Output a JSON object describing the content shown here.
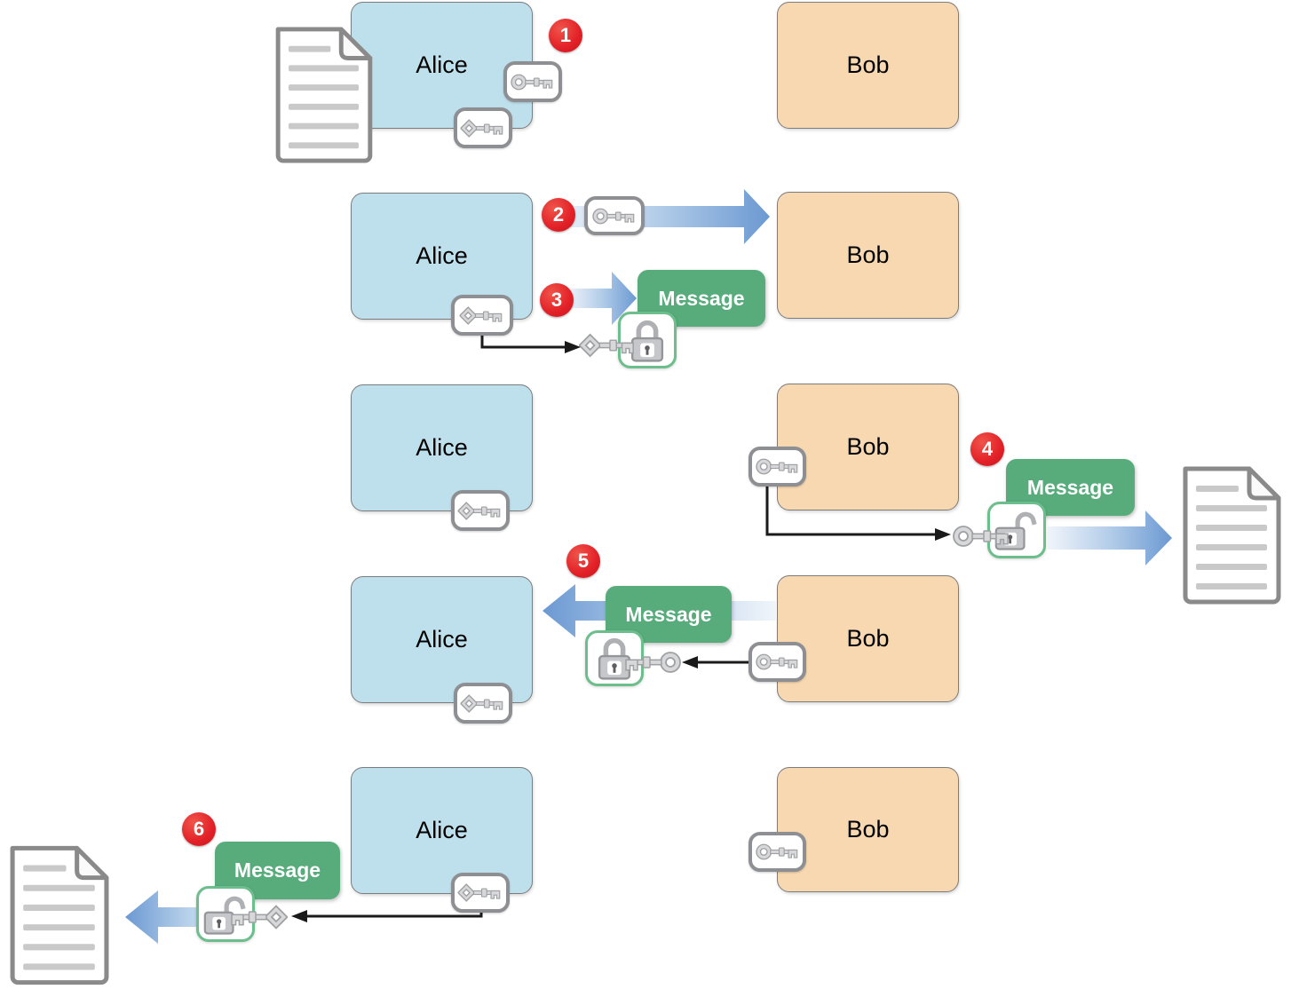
{
  "labels": {
    "alice": "Alice",
    "bob": "Bob",
    "message": "Message"
  },
  "badges": [
    "1",
    "2",
    "3",
    "4",
    "5",
    "6"
  ],
  "colors": {
    "alice_box": "#BEE0EC",
    "bob_box": "#F8D8B0",
    "message_box": "#58AC7C",
    "step_badge_red": "#E22027",
    "flow_arrow_deep_blue": "#6B99D2",
    "flow_arrow_light_blue": "#F1F5FB",
    "lock_box_border_green": "#6CBE8C",
    "box_border_gray": "#7C7C7C",
    "icon_gray": "#9EA0A3",
    "document_line_gray": "#C9C9C9"
  },
  "icons": {
    "public_key": "key-with-round-ring-head",
    "private_key": "key-with-diamond-head",
    "padlock_locked": "closed-padlock",
    "padlock_unlocked": "open-padlock",
    "document": "page-with-folded-corner-and-text-lines",
    "flow_arrow": "blue-gradient-block-arrow",
    "key_use_arrow": "black-elbow-arrow"
  }
}
